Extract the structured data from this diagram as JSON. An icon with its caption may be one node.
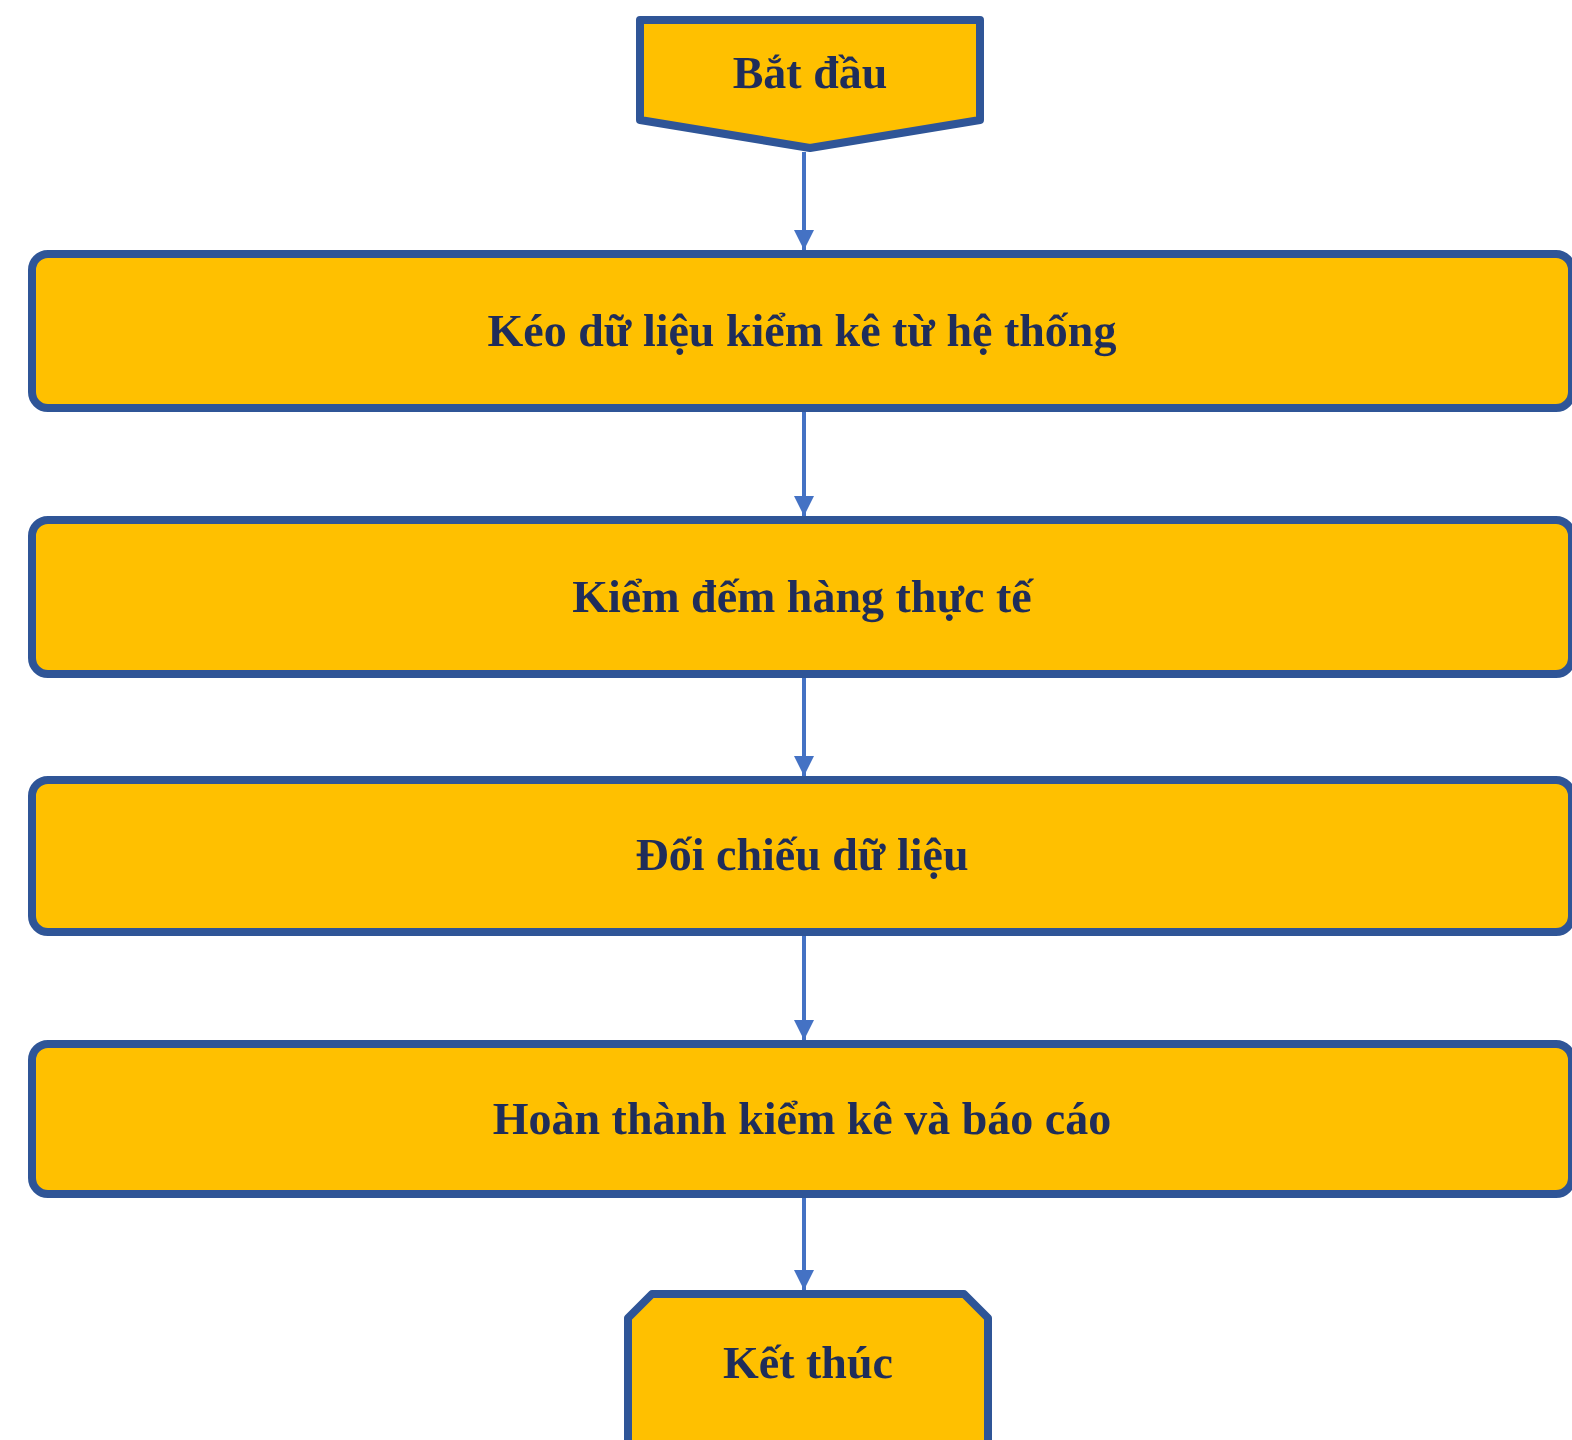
{
  "diagram": {
    "nodes": [
      {
        "text": [
          "Bắt đầu"
        ]
      },
      {
        "text": [
          "Kéo dữ liệu kiểm kê từ hệ thống"
        ]
      },
      {
        "text": [
          "Kiểm đếm hàng thực tế"
        ]
      },
      {
        "text": [
          "Đối chiếu dữ liệu"
        ]
      },
      {
        "text": [
          "Hoàn thành kiểm kê và báo cáo"
        ]
      },
      {
        "text": [
          "Kết thúc"
        ]
      }
    ],
    "edges": [
      {
        "from": 0,
        "to": 1,
        "arrow": "to"
      },
      {
        "from": 1,
        "to": 2,
        "arrow": "to"
      },
      {
        "from": 2,
        "to": 3,
        "arrow": "to"
      },
      {
        "from": 3,
        "to": 4,
        "arrow": "to"
      },
      {
        "from": 4,
        "to": 5,
        "arrow": "to"
      }
    ]
  }
}
